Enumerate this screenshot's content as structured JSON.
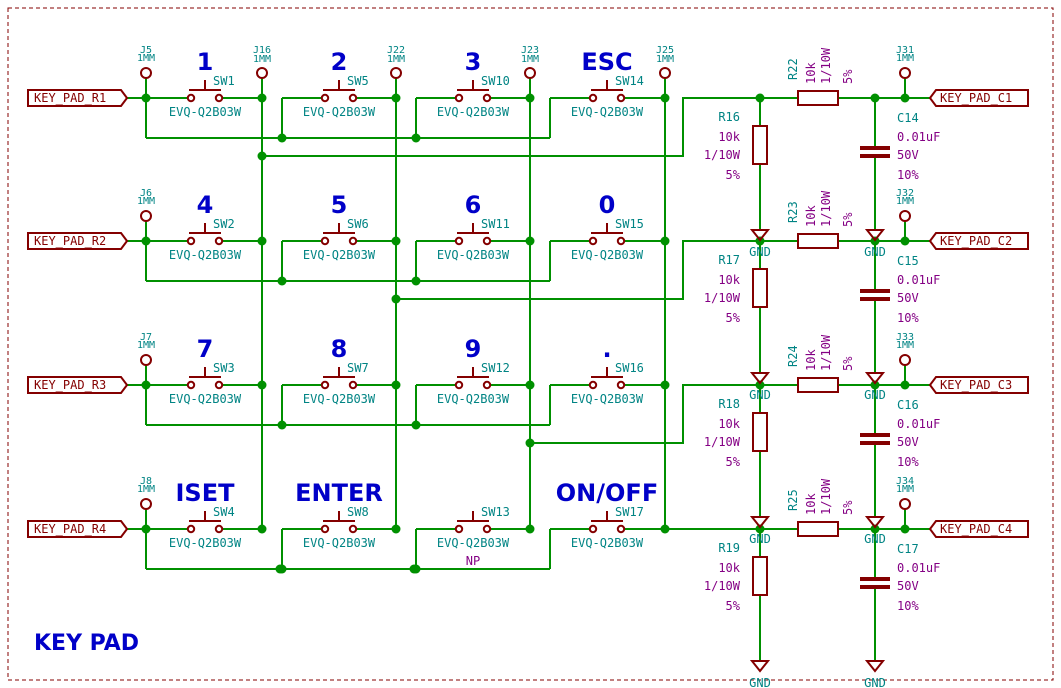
{
  "title": "KEY PAD",
  "row_labels": [
    "KEY_PAD_R1",
    "KEY_PAD_R2",
    "KEY_PAD_R3",
    "KEY_PAD_R4"
  ],
  "col_labels": [
    "KEY_PAD_C1",
    "KEY_PAD_C2",
    "KEY_PAD_C3",
    "KEY_PAD_C4"
  ],
  "keys": [
    [
      "1",
      "2",
      "3",
      "ESC"
    ],
    [
      "4",
      "5",
      "6",
      "0"
    ],
    [
      "7",
      "8",
      "9",
      "."
    ],
    [
      "ISET",
      "ENTER",
      "",
      "ON/OFF"
    ]
  ],
  "switches": [
    [
      "SW1",
      "SW5",
      "SW10",
      "SW14"
    ],
    [
      "SW2",
      "SW6",
      "SW11",
      "SW15"
    ],
    [
      "SW3",
      "SW7",
      "SW12",
      "SW16"
    ],
    [
      "SW4",
      "SW8",
      "SW13",
      "SW17"
    ]
  ],
  "switch_part": "EVQ-Q2B03W",
  "np_note": "NP",
  "testpoints": {
    "row": [
      "J5",
      "J6",
      "J7",
      "J8"
    ],
    "top": [
      "J16",
      "J22",
      "J23",
      "J25"
    ],
    "right": [
      "J31",
      "J32",
      "J33",
      "J34"
    ],
    "value": "1MM"
  },
  "pulldowns": [
    {
      "ref": "R16",
      "lines": [
        "10k",
        "1/10W",
        "5%"
      ]
    },
    {
      "ref": "R17",
      "lines": [
        "10k",
        "1/10W",
        "5%"
      ]
    },
    {
      "ref": "R18",
      "lines": [
        "10k",
        "1/10W",
        "5%"
      ]
    },
    {
      "ref": "R19",
      "lines": [
        "10k",
        "1/10W",
        "5%"
      ]
    }
  ],
  "series": [
    {
      "ref": "R22",
      "lines": [
        "10k",
        "1/10W",
        "5%"
      ]
    },
    {
      "ref": "R23",
      "lines": [
        "10k",
        "1/10W",
        "5%"
      ]
    },
    {
      "ref": "R24",
      "lines": [
        "10k",
        "1/10W",
        "5%"
      ]
    },
    {
      "ref": "R25",
      "lines": [
        "10k",
        "1/10W",
        "5%"
      ]
    }
  ],
  "caps": [
    {
      "ref": "C14",
      "lines": [
        "0.01uF",
        "50V",
        "10%"
      ]
    },
    {
      "ref": "C15",
      "lines": [
        "0.01uF",
        "50V",
        "10%"
      ]
    },
    {
      "ref": "C16",
      "lines": [
        "0.01uF",
        "50V",
        "10%"
      ]
    },
    {
      "ref": "C17",
      "lines": [
        "0.01uF",
        "50V",
        "10%"
      ]
    }
  ],
  "gnd_label": "GND"
}
